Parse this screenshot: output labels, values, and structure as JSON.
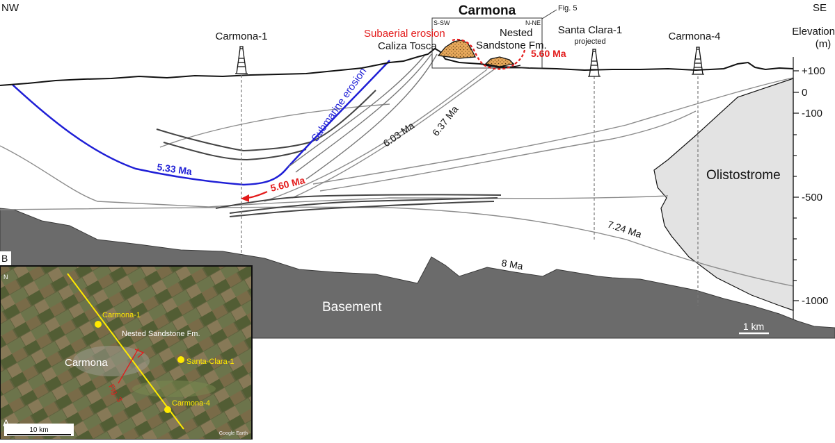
{
  "corners": {
    "nw": "NW",
    "se": "SE",
    "panel_a": "A",
    "panel_b": "B"
  },
  "title": "Carmona",
  "inset": {
    "left": "S-SW",
    "right": "N-NE",
    "fig_ref": "Fig. 5"
  },
  "wells": {
    "carmona1": "Carmona-1",
    "santa_clara": "Santa Clara-1",
    "santa_clara_note": "projected",
    "carmona4": "Carmona-4"
  },
  "units": {
    "caliza_tosca": "Caliza Tosca",
    "nested_l1": "Nested",
    "nested_l2": "Sandstone Fm.",
    "olistostrome": "Olistostrome",
    "basement": "Basement"
  },
  "surfaces": {
    "subaerial": "Subaerial erosion",
    "submarine": "Submarine erosion",
    "age_560_top": "5.60 Ma",
    "age_560_mid": "5.60 Ma",
    "age_533": "5.33 Ma",
    "age_603": "6.03 Ma",
    "age_637": "6.37 Ma",
    "age_724": "7.24 Ma",
    "age_8": "8 Ma"
  },
  "axis": {
    "title_l1": "Elevation",
    "title_l2": "(m)",
    "ticks": [
      "+100",
      "0",
      "-100",
      "-500",
      "-1000"
    ]
  },
  "scale_bar": "1 km",
  "map": {
    "carmona1": "Carmona-1",
    "nested": "Nested Sandstone Fm.",
    "town": "Carmona",
    "santa_clara": "Santa-Clara-1",
    "fig3": "Fig. 3",
    "carmona4": "Carmona-4",
    "scale": "10 km",
    "credit": "Google Earth",
    "north": "N"
  },
  "colors": {
    "submarine": "#1f1fd6",
    "subaerial": "#e31b1b",
    "basement": "#6b6b6b",
    "olistostrome": "#e3e3e3",
    "sandstone": "#e8a95c",
    "map_line": "#ffea00"
  }
}
